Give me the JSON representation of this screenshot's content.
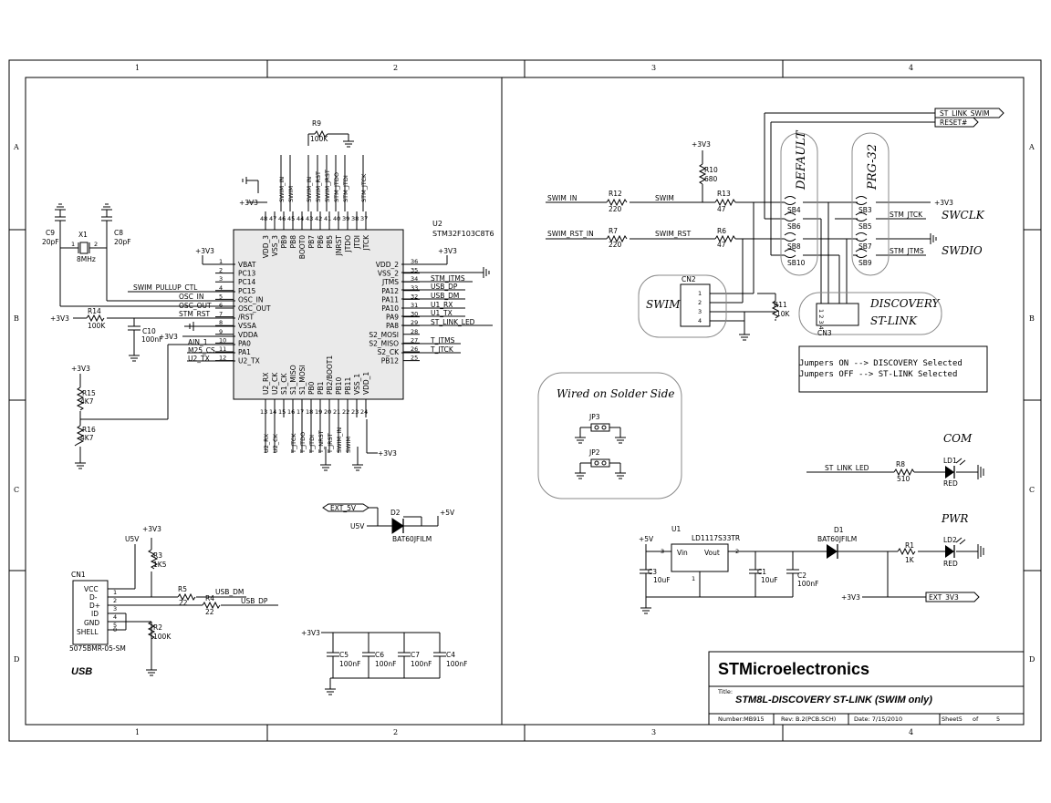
{
  "sheet": {
    "zones_cols": [
      "1",
      "2",
      "3",
      "4"
    ],
    "zones_rows": [
      "A",
      "B",
      "C",
      "D"
    ]
  },
  "title_block": {
    "company": "STMicroelectronics",
    "title_label": "Title:",
    "title": "STM8L-DISCOVERY ST-LINK (SWIM only)",
    "number": "Number:MB915",
    "rev": "Rev:  B.2(PCB.SCH)",
    "date": "Date: 7/15/2010",
    "sheet": "Sheet5",
    "of": "of",
    "total": "5"
  },
  "u2": {
    "ref": "U2",
    "part": "STM32F103C8T6",
    "left_pins": [
      {
        "n": "1",
        "name": "VBAT"
      },
      {
        "n": "2",
        "name": "PC13"
      },
      {
        "n": "3",
        "name": "PC14"
      },
      {
        "n": "4",
        "name": "PC15"
      },
      {
        "n": "5",
        "name": "OSC_IN"
      },
      {
        "n": "6",
        "name": "OSC_OUT"
      },
      {
        "n": "7",
        "name": "/RST"
      },
      {
        "n": "8",
        "name": "VSSA"
      },
      {
        "n": "9",
        "name": "VDDA"
      },
      {
        "n": "10",
        "name": "PA0"
      },
      {
        "n": "11",
        "name": "PA1"
      },
      {
        "n": "12",
        "name": "U2_TX"
      }
    ],
    "right_pins": [
      {
        "n": "36",
        "name": "VDD_2"
      },
      {
        "n": "35",
        "name": "VSS_2"
      },
      {
        "n": "34",
        "name": "JTMS"
      },
      {
        "n": "33",
        "name": "PA12"
      },
      {
        "n": "32",
        "name": "PA11"
      },
      {
        "n": "31",
        "name": "PA10"
      },
      {
        "n": "30",
        "name": "PA9"
      },
      {
        "n": "29",
        "name": "PA8"
      },
      {
        "n": "28",
        "name": "S2_MOSI"
      },
      {
        "n": "27",
        "name": "S2_MISO"
      },
      {
        "n": "26",
        "name": "S2_CK"
      },
      {
        "n": "25",
        "name": "PB12"
      }
    ],
    "top_pins": [
      {
        "n": "48",
        "name": "VDD_3"
      },
      {
        "n": "47",
        "name": "VSS_3"
      },
      {
        "n": "46",
        "name": "PB9"
      },
      {
        "n": "45",
        "name": "PB8"
      },
      {
        "n": "44",
        "name": "BOOT0"
      },
      {
        "n": "43",
        "name": "PB7"
      },
      {
        "n": "42",
        "name": "PB6"
      },
      {
        "n": "41",
        "name": "PB5"
      },
      {
        "n": "40",
        "name": "JNRST"
      },
      {
        "n": "39",
        "name": "JTDO"
      },
      {
        "n": "38",
        "name": "JTDI"
      },
      {
        "n": "37",
        "name": "JTCK"
      }
    ],
    "bottom_pins": [
      {
        "n": "13",
        "name": "U2_RX"
      },
      {
        "n": "14",
        "name": "U2_CK"
      },
      {
        "n": "15",
        "name": "S1_CK"
      },
      {
        "n": "16",
        "name": "S1_MISO"
      },
      {
        "n": "17",
        "name": "S1_MOSI"
      },
      {
        "n": "18",
        "name": "PB0"
      },
      {
        "n": "19",
        "name": "PB1"
      },
      {
        "n": "20",
        "name": "PB2/BOOT1"
      },
      {
        "n": "21",
        "name": "PB10"
      },
      {
        "n": "22",
        "name": "PB11"
      },
      {
        "n": "23",
        "name": "VSS_1"
      },
      {
        "n": "24",
        "name": "VDD_1"
      }
    ],
    "top_nets": [
      "SWIM_IN",
      "SWIM",
      "SWIM_IN",
      "SWIM_RST",
      "SWIM_JRST",
      "STM_JTDO",
      "STM_JTDI",
      "STM_JTCK"
    ],
    "bottom_nets": [
      "U2_RX",
      "U2_CK",
      "T_JTCK",
      "T_JTDO",
      "T_JTDI",
      "T_NRST",
      "T_JRST",
      "SWIM_IN",
      "SWIM"
    ],
    "right_nets": [
      "STM_JTMS",
      "USB_DP",
      "USB_DM",
      "U1_RX",
      "U1_TX",
      "ST_LINK_LED",
      "T_JTMS",
      "T_JTCK"
    ]
  },
  "left_nets": {
    "pullup": "SWIM_PULLUP_CTL",
    "osc_in": "OSC_IN",
    "osc_out": "OSC_OUT",
    "stm_rst": "STM_RST",
    "ain1": "AIN_1",
    "m25cs": "M25_CS",
    "u2tx": "U2_TX"
  },
  "parts": {
    "r9": {
      "ref": "R9",
      "val": "100K"
    },
    "r14": {
      "ref": "R14",
      "val": "100K"
    },
    "r15": {
      "ref": "R15",
      "val": "4K7"
    },
    "r16": {
      "ref": "R16",
      "val": "4K7"
    },
    "c9": {
      "ref": "C9",
      "val": "20pF"
    },
    "c8": {
      "ref": "C8",
      "val": "20pF"
    },
    "c10": {
      "ref": "C10",
      "val": "100nF"
    },
    "x1": {
      "ref": "X1",
      "val": "8MHz"
    },
    "r12": {
      "ref": "R12",
      "val": "220"
    },
    "r7": {
      "ref": "R7",
      "val": "220"
    },
    "r13": {
      "ref": "R13",
      "val": "47"
    },
    "r6": {
      "ref": "R6",
      "val": "47"
    },
    "r10": {
      "ref": "R10",
      "val": "680"
    },
    "r11": {
      "ref": "R11",
      "val": "10K"
    },
    "r3": {
      "ref": "R3",
      "val": "1K5"
    },
    "r5": {
      "ref": "R5",
      "val": "22"
    },
    "r4": {
      "ref": "R4",
      "val": "22"
    },
    "r2": {
      "ref": "R2",
      "val": "100K"
    },
    "r8": {
      "ref": "R8",
      "val": "510"
    },
    "r1": {
      "ref": "R1",
      "val": "1K"
    },
    "c5": {
      "ref": "C5",
      "val": "100nF"
    },
    "c6": {
      "ref": "C6",
      "val": "100nF"
    },
    "c7": {
      "ref": "C7",
      "val": "100nF"
    },
    "c4": {
      "ref": "C4",
      "val": "100nF"
    },
    "c3": {
      "ref": "C3",
      "val": "10uF"
    },
    "c1": {
      "ref": "C1",
      "val": "10uF"
    },
    "c2": {
      "ref": "C2",
      "val": "100nF"
    },
    "d2": {
      "ref": "D2",
      "val": "BAT60JFILM"
    },
    "d1": {
      "ref": "D1",
      "val": "BAT60JFILM"
    },
    "ld1": {
      "ref": "LD1",
      "val": "RED"
    },
    "ld2": {
      "ref": "LD2",
      "val": "RED"
    },
    "u1": {
      "ref": "U1",
      "val": "LD1117S33TR",
      "vin": "Vin",
      "vout": "Vout"
    },
    "cn1": {
      "ref": "CN1",
      "val": "5075BMR-05-SM",
      "pins": [
        "VCC",
        "D-",
        "D+",
        "ID",
        "GND",
        "SHELL"
      ],
      "nums": [
        "1",
        "2",
        "3",
        "4",
        "5",
        "0"
      ]
    },
    "cn2": {
      "ref": "CN2",
      "nums": [
        "1",
        "2",
        "3",
        "4"
      ]
    },
    "cn3": {
      "ref": "CN3",
      "nums": "1 2 3 4"
    },
    "jp3": {
      "ref": "JP3"
    },
    "jp2": {
      "ref": "JP2"
    }
  },
  "power": {
    "v33": "+3V3",
    "v5": "+5V",
    "u5v": "U5V",
    "ext5v": "EXT_5V",
    "ext3v3": "EXT_3V3"
  },
  "swim_nets": {
    "swim_in": "SWIM_IN",
    "swim": "SWIM",
    "swim_rst_in": "SWIM_RST_IN",
    "swim_rst": "SWIM_RST",
    "st_link_swim": "ST_LINK_SWIM",
    "reset": "RESET#",
    "stm_jtck": "STM_JTCK",
    "stm_jtms": "STM_JTMS",
    "usb_dm": "USB_DM",
    "usb_dp": "USB_DP",
    "st_link_led": "ST_LINK_LED"
  },
  "solder_bridges": [
    "SB4",
    "SB6",
    "SB8",
    "SB10",
    "SB3",
    "SB5",
    "SB7",
    "SB9"
  ],
  "labels": {
    "default": "DEFAULT",
    "prg32": "PRG-32",
    "swclk": "SWCLK",
    "swdio": "SWDIO",
    "swim_conn": "SWIM",
    "discovery1": "DISCOVERY",
    "discovery2": "ST-LINK",
    "jumpers_on": "Jumpers ON  --> DISCOVERY Selected",
    "jumpers_off": "Jumpers OFF --> ST-LINK Selected",
    "wired": "Wired on Solder Side",
    "com": "COM",
    "pwr": "PWR",
    "usb": "USB"
  }
}
